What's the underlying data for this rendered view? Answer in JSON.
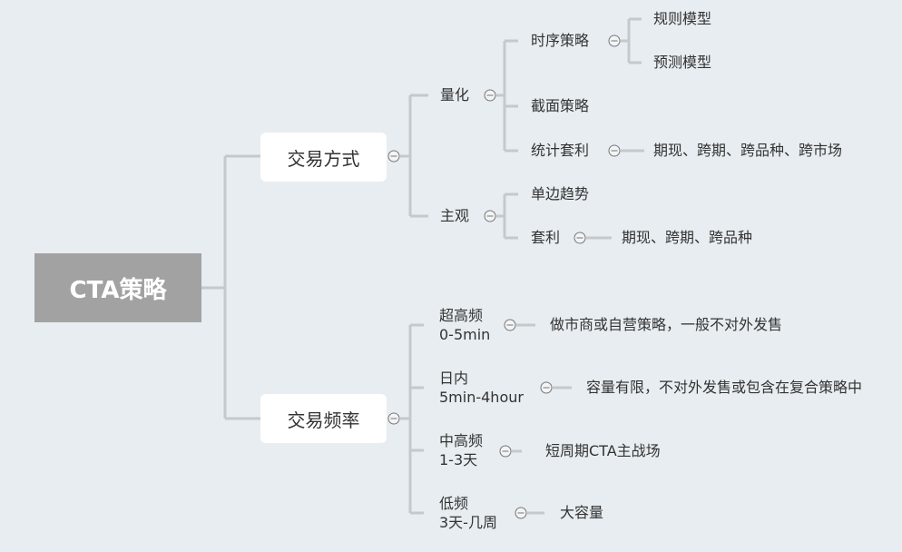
{
  "root": "CTA策略",
  "branches": [
    {
      "label": "交易方式",
      "children": [
        {
          "label": "量化",
          "children": [
            {
              "label": "时序策略",
              "children": [
                "规则模型",
                "预测模型"
              ]
            },
            {
              "label": "截面策略"
            },
            {
              "label": "统计套利",
              "children": [
                "期现、跨期、跨品种、跨市场"
              ]
            }
          ]
        },
        {
          "label": "主观",
          "children": [
            {
              "label": "单边趋势"
            },
            {
              "label": "套利",
              "children": [
                "期现、跨期、跨品种"
              ]
            }
          ]
        }
      ]
    },
    {
      "label": "交易频率",
      "children": [
        {
          "label": "超高频",
          "sub": "0-5min",
          "note": "做市商或自营策略，一般不对外发售"
        },
        {
          "label": "日内",
          "sub": "5min-4hour",
          "note": "容量有限，不对外发售或包含在复合策略中"
        },
        {
          "label": "中高频",
          "sub": "1-3天",
          "note": "短周期CTA主战场"
        },
        {
          "label": "低频",
          "sub": "3天-几周",
          "note": "大容量"
        }
      ]
    }
  ]
}
